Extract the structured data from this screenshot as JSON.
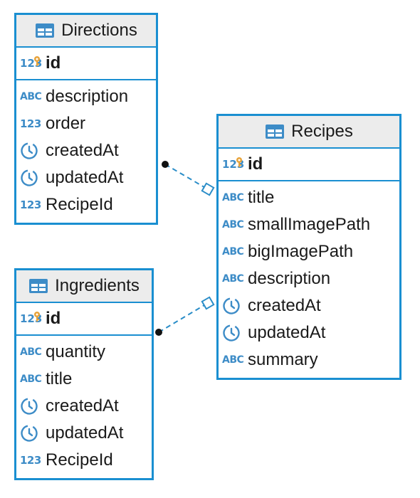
{
  "tables": {
    "directions": {
      "name": "Directions",
      "primary_key": {
        "name": "id",
        "type_icon": "key-number-icon",
        "type_label": "123"
      },
      "columns": [
        {
          "name": "description",
          "type_icon": "string-type-icon",
          "type_label": "ABC"
        },
        {
          "name": "order",
          "type_icon": "number-type-icon",
          "type_label": "123"
        },
        {
          "name": "createdAt",
          "type_icon": "datetime-type-icon"
        },
        {
          "name": "updatedAt",
          "type_icon": "datetime-type-icon"
        },
        {
          "name": "RecipeId",
          "type_icon": "number-type-icon",
          "type_label": "123"
        }
      ]
    },
    "recipes": {
      "name": "Recipes",
      "primary_key": {
        "name": "id",
        "type_icon": "key-number-icon",
        "type_label": "123"
      },
      "columns": [
        {
          "name": "title",
          "type_icon": "string-type-icon",
          "type_label": "ABC"
        },
        {
          "name": "smallImagePath",
          "type_icon": "string-type-icon",
          "type_label": "ABC"
        },
        {
          "name": "bigImagePath",
          "type_icon": "string-type-icon",
          "type_label": "ABC"
        },
        {
          "name": "description",
          "type_icon": "string-type-icon",
          "type_label": "ABC"
        },
        {
          "name": "createdAt",
          "type_icon": "datetime-type-icon"
        },
        {
          "name": "updatedAt",
          "type_icon": "datetime-type-icon"
        },
        {
          "name": "summary",
          "type_icon": "string-type-icon",
          "type_label": "ABC"
        }
      ]
    },
    "ingredients": {
      "name": "Ingredients",
      "primary_key": {
        "name": "id",
        "type_icon": "key-number-icon",
        "type_label": "123"
      },
      "columns": [
        {
          "name": "quantity",
          "type_icon": "string-type-icon",
          "type_label": "ABC"
        },
        {
          "name": "title",
          "type_icon": "string-type-icon",
          "type_label": "ABC"
        },
        {
          "name": "createdAt",
          "type_icon": "datetime-type-icon"
        },
        {
          "name": "updatedAt",
          "type_icon": "datetime-type-icon"
        },
        {
          "name": "RecipeId",
          "type_icon": "number-type-icon",
          "type_label": "123"
        }
      ]
    }
  },
  "relationships": [
    {
      "from": "Directions",
      "to": "Recipes",
      "many_end": "Directions",
      "one_end": "Recipes"
    },
    {
      "from": "Ingredients",
      "to": "Recipes",
      "many_end": "Ingredients",
      "one_end": "Recipes"
    }
  ],
  "colors": {
    "border": "#1a8fd1",
    "header_bg": "#ececec",
    "icon": "#3d8cc7",
    "link": "#2a8dc8",
    "key": "#e8a33a"
  }
}
